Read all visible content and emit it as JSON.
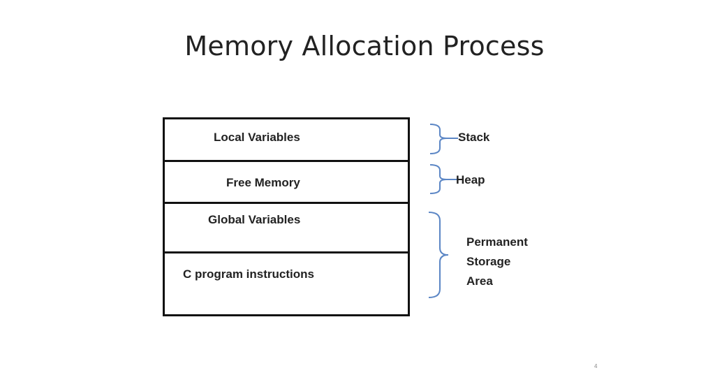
{
  "title": "Memory Allocation Process",
  "segments": [
    {
      "label": "Local Variables"
    },
    {
      "label": "Free Memory"
    },
    {
      "label": "Global Variables"
    },
    {
      "label": "C program instructions"
    }
  ],
  "regions": {
    "stack": "Stack",
    "heap": "Heap",
    "permanent": [
      "Permanent",
      "Storage",
      "Area"
    ]
  },
  "page_number": "4",
  "colors": {
    "bracket": "#5b86c5",
    "border": "#111111",
    "text": "#222222"
  }
}
